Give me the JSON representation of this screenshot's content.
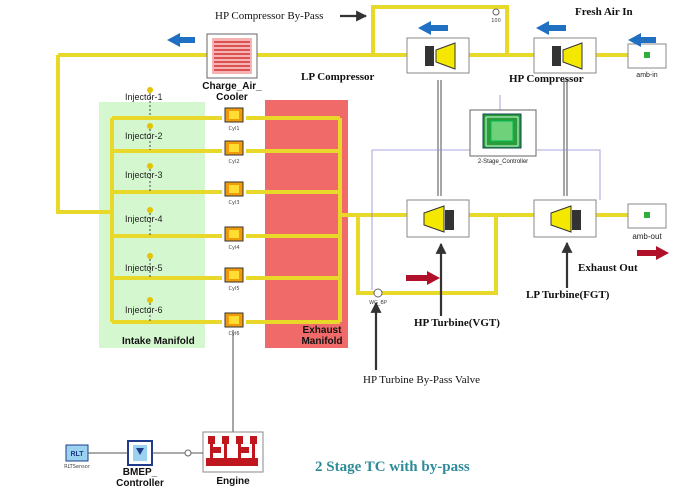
{
  "diagram": {
    "title": "2 Stage TC with by-pass",
    "annotations": {
      "hp_compressor_bypass": "HP Compressor By-Pass",
      "fresh_air_in": "Fresh Air In",
      "lp_compressor": "LP Compressor",
      "hp_compressor": "HP Compressor",
      "hp_turbine": "HP Turbine(VGT)",
      "lp_turbine": "LP Turbine(FGT)",
      "exhaust_out": "Exhaust Out",
      "hp_turbine_bypass_valve": "HP Turbine By-Pass Valve"
    },
    "components": {
      "charge_air_cooler": "Charge_Air_\nCooler",
      "two_stage_controller": "2-Stage_Controller",
      "amb_in": "amb-in",
      "amb_out": "amb-out",
      "intake_manifold": "Intake Manifold",
      "exhaust_manifold": "Exhaust\nManifold",
      "engine": "Engine",
      "bmep_controller": "BMEP_\nController",
      "rlt_block": "RLT",
      "rlt_sensor": "RLTSensor",
      "bypass_valve_small": "100",
      "wg_bp": "WG_BP"
    },
    "injectors": [
      "Injector-1",
      "Injector-2",
      "Injector-3",
      "Injector-4",
      "Injector-5",
      "Injector-6"
    ],
    "cylinders": [
      "Cyl1",
      "Cyl2",
      "Cyl3",
      "Cyl4",
      "Cyl5",
      "Cyl6"
    ],
    "colors": {
      "pipe": "#e8d82a",
      "intake_bg": "#d4f7d0",
      "exhaust_bg": "#f06a6a",
      "arrow_blue": "#1f6fc2",
      "arrow_red": "#b0102a",
      "title_teal": "#2e8b9a",
      "compressor_yellow": "#f5e800"
    }
  }
}
